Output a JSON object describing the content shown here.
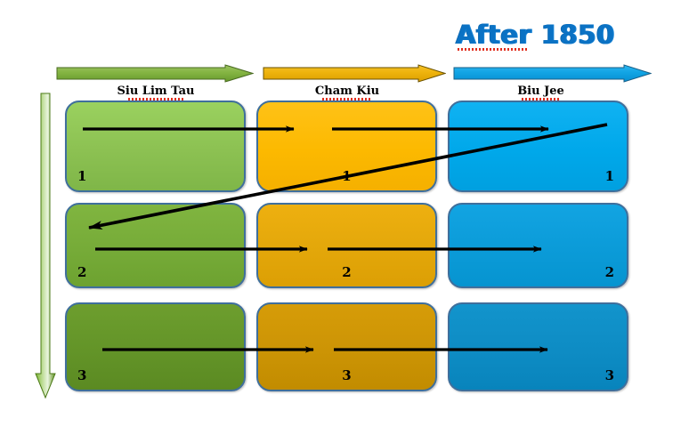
{
  "title": {
    "text": "After 1850",
    "color": "#0b72c4",
    "underline_color": "#e03020"
  },
  "columns": [
    {
      "caption": "Siu Lim Tau",
      "banner_color_start": "#86b84a",
      "banner_color_end": "#6f9f36",
      "banner_outline": "#4a6b22"
    },
    {
      "caption": "Cham Kiu",
      "banner_color_start": "#f0b410",
      "banner_color_end": "#e0a000",
      "banner_outline": "#6b5200"
    },
    {
      "caption": "Biu Jee",
      "banner_color_start": "#18a8e8",
      "banner_color_end": "#0d93d8",
      "banner_outline": "#1a5f87"
    }
  ],
  "grid": {
    "rows": [
      {
        "row_label": "1",
        "cells": [
          {
            "number": "1",
            "fill": "#8cc152",
            "column": "Siu Lim Tau",
            "num_pos": "bottom-left"
          },
          {
            "number": "1",
            "fill": "#fcb900",
            "column": "Cham Kiu",
            "num_pos": "bottom-center"
          },
          {
            "number": "1",
            "fill": "#00a8ea",
            "column": "Biu Jee",
            "num_pos": "bottom-right"
          }
        ]
      },
      {
        "row_label": "2",
        "cells": [
          {
            "number": "2",
            "fill": "#76ab38",
            "column": "Siu Lim Tau",
            "num_pos": "bottom-left"
          },
          {
            "number": "2",
            "fill": "#e3a70a",
            "column": "Cham Kiu",
            "num_pos": "bottom-center"
          },
          {
            "number": "2",
            "fill": "#0b9bd8",
            "column": "Biu Jee",
            "num_pos": "bottom-right"
          }
        ]
      },
      {
        "row_label": "3",
        "cells": [
          {
            "number": "3",
            "fill": "#639428",
            "column": "Siu Lim Tau",
            "num_pos": "bottom-left"
          },
          {
            "number": "3",
            "fill": "#cc9405",
            "column": "Cham Kiu",
            "num_pos": "bottom-center"
          },
          {
            "number": "3",
            "fill": "#0e8cc4",
            "column": "Biu Jee",
            "num_pos": "bottom-right"
          }
        ]
      }
    ],
    "cell_border_color": "#3f6f9c"
  },
  "vertical_arrow": {
    "name": "progression-down-arrow",
    "color_start": "#9ccc5a",
    "color_end": "#4a8c20",
    "direction": "down"
  },
  "flow_arrows": {
    "color": "#000000",
    "horizontal_rows": [
      "1",
      "2",
      "3"
    ],
    "diagonal": {
      "name": "cross-level-return-arrow",
      "from": "Biu Jee level 1",
      "to": "Siu Lim Tau level 2",
      "direction": "left-down"
    }
  }
}
